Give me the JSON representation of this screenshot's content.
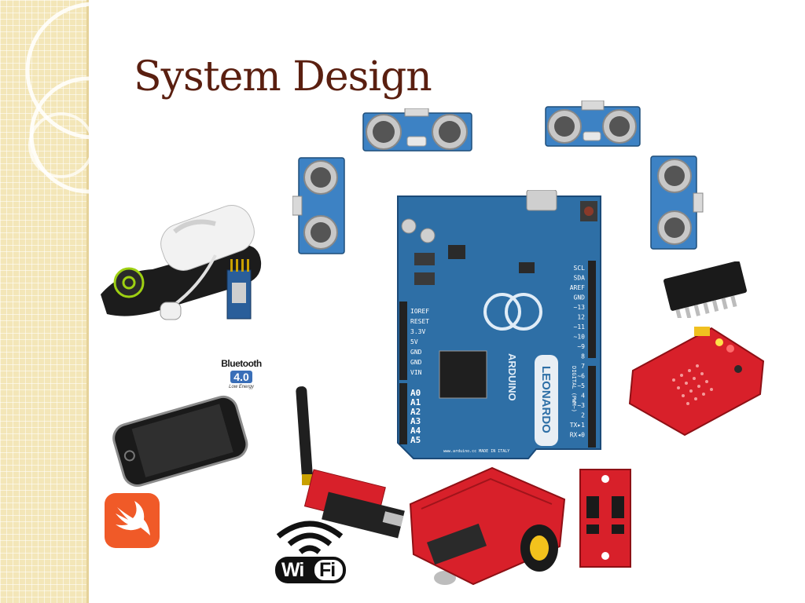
{
  "slide": {
    "title": "System Design"
  },
  "bluetooth_logo": {
    "word": "Bluetooth",
    "version": "4.0",
    "tagline": "Low Energy"
  },
  "wifi_logo": {
    "wi": "Wi",
    "fi": "Fi"
  },
  "arduino_board": {
    "brand": "ARDUINO",
    "model": "LEONARDO",
    "left_header_labels": [
      "IOREF",
      "RESET",
      "3.3V",
      "5V",
      "GND",
      "GND",
      "VIN"
    ],
    "analog_labels": [
      "A0",
      "A1",
      "A2",
      "A3",
      "A4",
      "A5"
    ],
    "right_header_labels": [
      "SCL",
      "SDA",
      "AREF",
      "GND",
      "~13",
      "12",
      "~11",
      "~10",
      "~9",
      "8",
      "7",
      "~6",
      "~5",
      "4",
      "~3",
      "2",
      "TX▸1",
      "RX◂0"
    ],
    "digital_label": "DIGITAL (PWM~)",
    "footer": "www.arduino.cc  MADE IN ITALY"
  },
  "colors": {
    "title": "#5a1f10",
    "side_panel": "#f3e6b8",
    "arduino_blue": "#2e6fa6",
    "sensor_blue": "#3d82c4",
    "sparkfun_red": "#d8202a",
    "swift_orange": "#f05a28"
  },
  "components": [
    {
      "name": "ultrasonic-sensor",
      "count": 4
    },
    {
      "name": "arduino-leonardo",
      "count": 1
    },
    {
      "name": "wearable-band",
      "count": 1
    },
    {
      "name": "bluetooth-module",
      "count": 1
    },
    {
      "name": "smartphone",
      "count": 1
    },
    {
      "name": "swift-icon",
      "count": 1
    },
    {
      "name": "wifi-module",
      "count": 1
    },
    {
      "name": "robot-chassis",
      "count": 1
    },
    {
      "name": "line-sensor-board",
      "count": 1
    },
    {
      "name": "ic-chip",
      "count": 1
    },
    {
      "name": "protoshield",
      "count": 1
    }
  ]
}
